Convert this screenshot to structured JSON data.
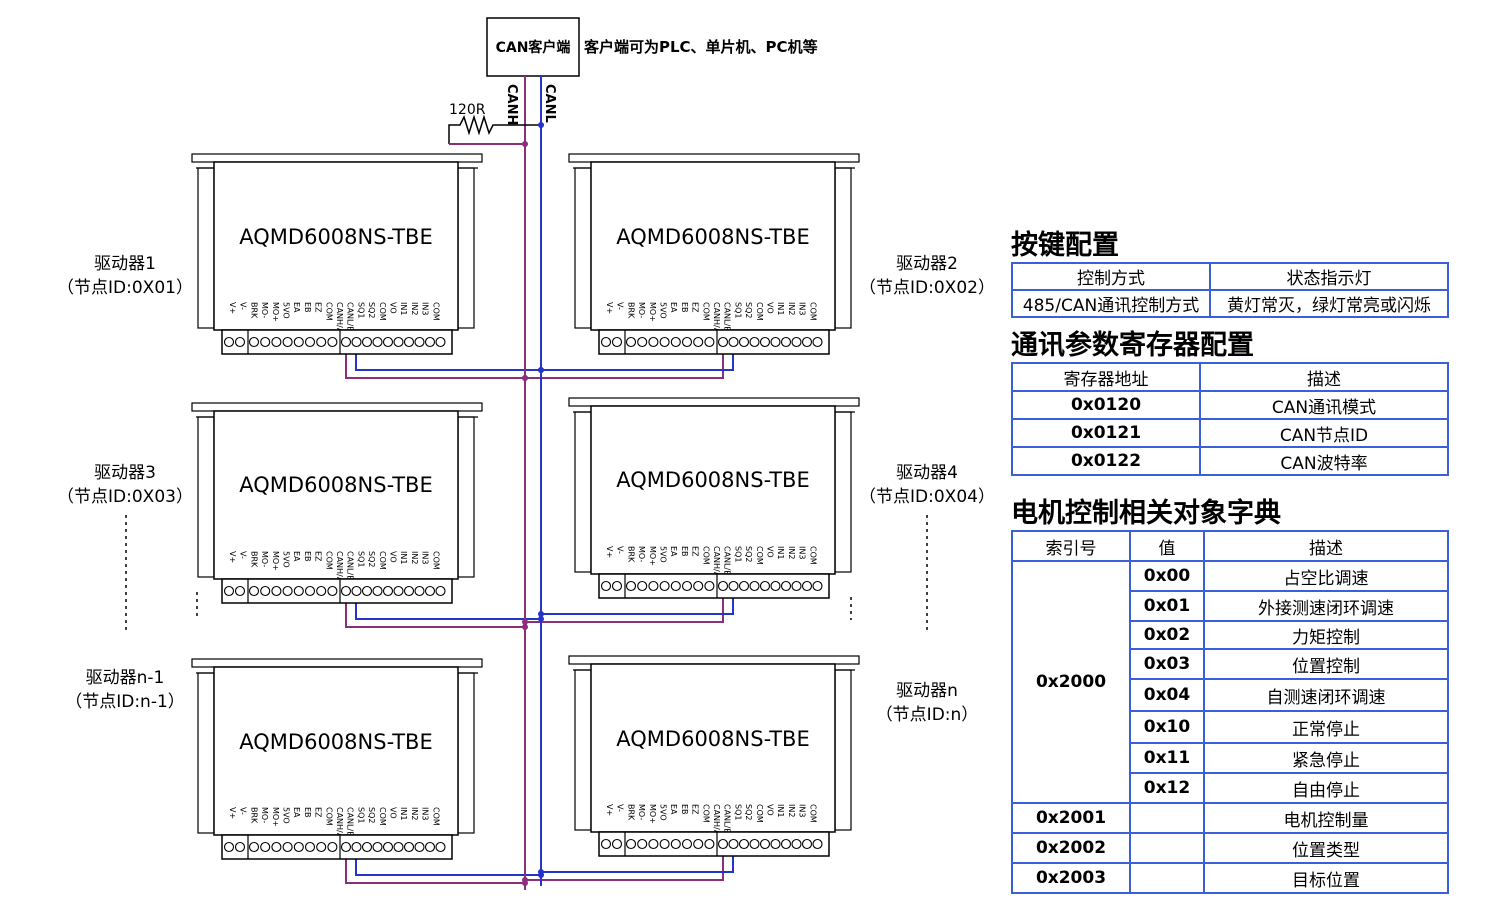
{
  "client_box": "CAN客户端",
  "client_note": "客户端可为PLC、单片机、PC机等",
  "resistor_label": "120R",
  "line_canh": "CANH",
  "line_canl": "CANL",
  "drives": [
    {
      "model": "AQMD6008NS-TBE",
      "name": "驱动器1",
      "node": "（节点ID:0X01）"
    },
    {
      "model": "AQMD6008NS-TBE",
      "name": "驱动器2",
      "node": "（节点ID:0X02）"
    },
    {
      "model": "AQMD6008NS-TBE",
      "name": "驱动器3",
      "node": "（节点ID:0X03）"
    },
    {
      "model": "AQMD6008NS-TBE",
      "name": "驱动器4",
      "node": "（节点ID:0X04）"
    },
    {
      "model": "AQMD6008NS-TBE",
      "name": "驱动器n-1",
      "node": "（节点ID:n-1）"
    },
    {
      "model": "AQMD6008NS-TBE",
      "name": "驱动器n",
      "node": "（节点ID:n）"
    }
  ],
  "pin_labels": [
    "V+",
    "V-",
    "BRK",
    "MO-",
    "MO+",
    "5VO",
    "EA",
    "EB",
    "EZ",
    "COM",
    "CANH/A",
    "CANL/B",
    "SQ1",
    "SQ2",
    "COM",
    "VO",
    "IN1",
    "IN2",
    "IN3",
    "COM"
  ],
  "key_config": {
    "title": "按键配置",
    "headers": [
      "控制方式",
      "状态指示灯"
    ],
    "row": [
      "485/CAN通讯控制方式",
      "黄灯常灭，绿灯常亮或闪烁"
    ]
  },
  "comm_config": {
    "title": "通讯参数寄存器配置",
    "headers": [
      "寄存器地址",
      "描述"
    ],
    "rows": [
      [
        "0x0120",
        "CAN通讯模式"
      ],
      [
        "0x0121",
        "CAN节点ID"
      ],
      [
        "0x0122",
        "CAN波特率"
      ]
    ]
  },
  "motor_dict": {
    "title": "电机控制相关对象字典",
    "headers": [
      "索引号",
      "值",
      "描述"
    ],
    "index_2000": "0x2000",
    "sub_rows": [
      [
        "0x00",
        "占空比调速"
      ],
      [
        "0x01",
        "外接测速闭环调速"
      ],
      [
        "0x02",
        "力矩控制"
      ],
      [
        "0x03",
        "位置控制"
      ],
      [
        "0x04",
        "自测速闭环调速"
      ],
      [
        "0x10",
        "正常停止"
      ],
      [
        "0x11",
        "紧急停止"
      ],
      [
        "0x12",
        "自由停止"
      ]
    ],
    "rows": [
      [
        "0x2001",
        "",
        "电机控制量"
      ],
      [
        "0x2002",
        "",
        "位置类型"
      ],
      [
        "0x2003",
        "",
        "目标位置"
      ]
    ]
  },
  "colors": {
    "canh": "#8b2f7d",
    "canl": "#2433c8",
    "table_border": "#3b5fd9"
  }
}
